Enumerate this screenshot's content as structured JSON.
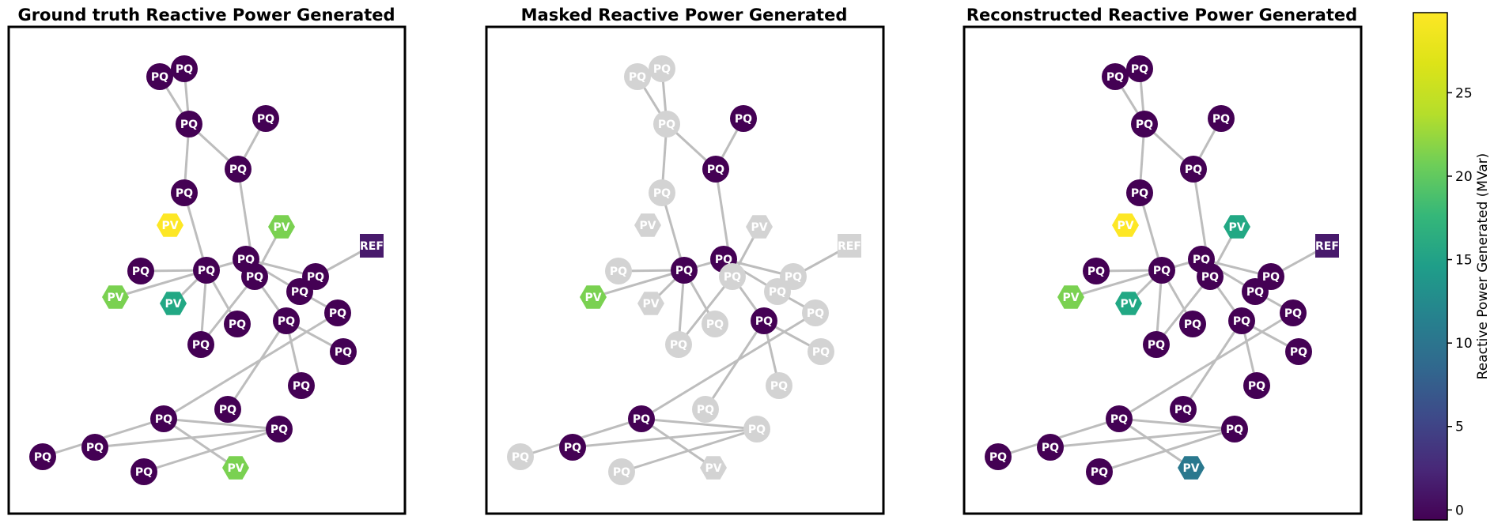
{
  "panels": [
    {
      "title": "Ground truth Reactive Power Generated",
      "colors": {
        "0": "#440154",
        "1": "#440154",
        "2": "#440154",
        "3": "#440154",
        "4": "#440154",
        "5": "#440154",
        "6": "#fde725",
        "7": "#7ad151",
        "8": "#481a6c",
        "9": "#440154",
        "10": "#440154",
        "11": "#440154",
        "12": "#440154",
        "13": "#440154",
        "14": "#7ad151",
        "15": "#22a884",
        "16": "#440154",
        "17": "#440154",
        "18": "#440154",
        "19": "#440154",
        "20": "#440154",
        "21": "#440154",
        "22": "#440154",
        "23": "#440154",
        "24": "#440154",
        "25": "#440154",
        "26": "#440154",
        "27": "#440154",
        "28": "#440154",
        "29": "#7ad151"
      }
    },
    {
      "title": "Masked Reactive Power Generated",
      "colors": {
        "0": "#d3d3d3",
        "1": "#d3d3d3",
        "2": "#d3d3d3",
        "3": "#440154",
        "4": "#440154",
        "5": "#d3d3d3",
        "6": "#d3d3d3",
        "7": "#d3d3d3",
        "8": "#d3d3d3",
        "9": "#440154",
        "10": "#440154",
        "11": "#d3d3d3",
        "12": "#d3d3d3",
        "13": "#d3d3d3",
        "14": "#7ad151",
        "15": "#d3d3d3",
        "16": "#d3d3d3",
        "17": "#d3d3d3",
        "18": "#440154",
        "19": "#d3d3d3",
        "20": "#d3d3d3",
        "21": "#d3d3d3",
        "22": "#d3d3d3",
        "23": "#d3d3d3",
        "24": "#440154",
        "25": "#d3d3d3",
        "26": "#d3d3d3",
        "27": "#440154",
        "28": "#d3d3d3",
        "29": "#d3d3d3"
      }
    },
    {
      "title": "Reconstructed Reactive Power Generated",
      "colors": {
        "0": "#440154",
        "1": "#440154",
        "2": "#440154",
        "3": "#440154",
        "4": "#440154",
        "5": "#440154",
        "6": "#fde725",
        "7": "#22a884",
        "8": "#481a6c",
        "9": "#440154",
        "10": "#440154",
        "11": "#440154",
        "12": "#440154",
        "13": "#440154",
        "14": "#7ad151",
        "15": "#22a884",
        "16": "#440154",
        "17": "#440154",
        "18": "#440154",
        "19": "#440154",
        "20": "#440154",
        "21": "#440154",
        "22": "#440154",
        "23": "#440154",
        "24": "#440154",
        "25": "#440154",
        "26": "#440154",
        "27": "#440154",
        "28": "#440154",
        "29": "#2a788e"
      }
    }
  ],
  "nodes": [
    {
      "id": 0,
      "label": "PQ",
      "shape": "circle"
    },
    {
      "id": 1,
      "label": "PQ",
      "shape": "circle"
    },
    {
      "id": 2,
      "label": "PQ",
      "shape": "circle"
    },
    {
      "id": 3,
      "label": "PQ",
      "shape": "circle"
    },
    {
      "id": 4,
      "label": "PQ",
      "shape": "circle"
    },
    {
      "id": 5,
      "label": "PQ",
      "shape": "circle"
    },
    {
      "id": 6,
      "label": "PV",
      "shape": "hexagon"
    },
    {
      "id": 7,
      "label": "PV",
      "shape": "hexagon"
    },
    {
      "id": 8,
      "label": "REF",
      "shape": "square"
    },
    {
      "id": 9,
      "label": "PQ",
      "shape": "circle"
    },
    {
      "id": 10,
      "label": "PQ",
      "shape": "circle"
    },
    {
      "id": 11,
      "label": "PQ",
      "shape": "circle"
    },
    {
      "id": 12,
      "label": "PQ",
      "shape": "circle"
    },
    {
      "id": 13,
      "label": "PQ",
      "shape": "circle"
    },
    {
      "id": 14,
      "label": "PV",
      "shape": "hexagon"
    },
    {
      "id": 15,
      "label": "PV",
      "shape": "hexagon"
    },
    {
      "id": 16,
      "label": "PQ",
      "shape": "circle"
    },
    {
      "id": 17,
      "label": "PQ",
      "shape": "circle"
    },
    {
      "id": 18,
      "label": "PQ",
      "shape": "circle"
    },
    {
      "id": 19,
      "label": "PQ",
      "shape": "circle"
    },
    {
      "id": 20,
      "label": "PQ",
      "shape": "circle"
    },
    {
      "id": 21,
      "label": "PQ",
      "shape": "circle"
    },
    {
      "id": 22,
      "label": "PQ",
      "shape": "circle"
    },
    {
      "id": 23,
      "label": "PQ",
      "shape": "circle"
    },
    {
      "id": 24,
      "label": "PQ",
      "shape": "circle"
    },
    {
      "id": 25,
      "label": "PQ",
      "shape": "circle"
    },
    {
      "id": 26,
      "label": "PQ",
      "shape": "circle"
    },
    {
      "id": 27,
      "label": "PQ",
      "shape": "circle"
    },
    {
      "id": 28,
      "label": "PQ",
      "shape": "circle"
    },
    {
      "id": 29,
      "label": "PV",
      "shape": "hexagon"
    }
  ],
  "edges": [
    [
      0,
      2
    ],
    [
      1,
      2
    ],
    [
      2,
      5
    ],
    [
      2,
      4
    ],
    [
      4,
      3
    ],
    [
      5,
      10
    ],
    [
      10,
      14
    ],
    [
      10,
      15
    ],
    [
      10,
      12
    ],
    [
      10,
      20
    ],
    [
      10,
      9
    ],
    [
      10,
      17
    ],
    [
      4,
      11
    ],
    [
      11,
      20
    ],
    [
      11,
      18
    ],
    [
      7,
      11
    ],
    [
      9,
      13
    ],
    [
      9,
      16
    ],
    [
      13,
      8
    ],
    [
      18,
      21
    ],
    [
      18,
      23
    ],
    [
      18,
      22
    ],
    [
      16,
      19
    ],
    [
      19,
      24
    ],
    [
      24,
      25
    ],
    [
      24,
      26
    ],
    [
      25,
      27
    ],
    [
      25,
      28
    ],
    [
      24,
      29
    ]
  ],
  "colorbar": {
    "label": "Reactive Power Generated (MVar)",
    "colormap": "viridis",
    "min": -0.6,
    "max": 29.8,
    "ticks": [
      "0",
      "5",
      "10",
      "15",
      "20",
      "25"
    ]
  }
}
